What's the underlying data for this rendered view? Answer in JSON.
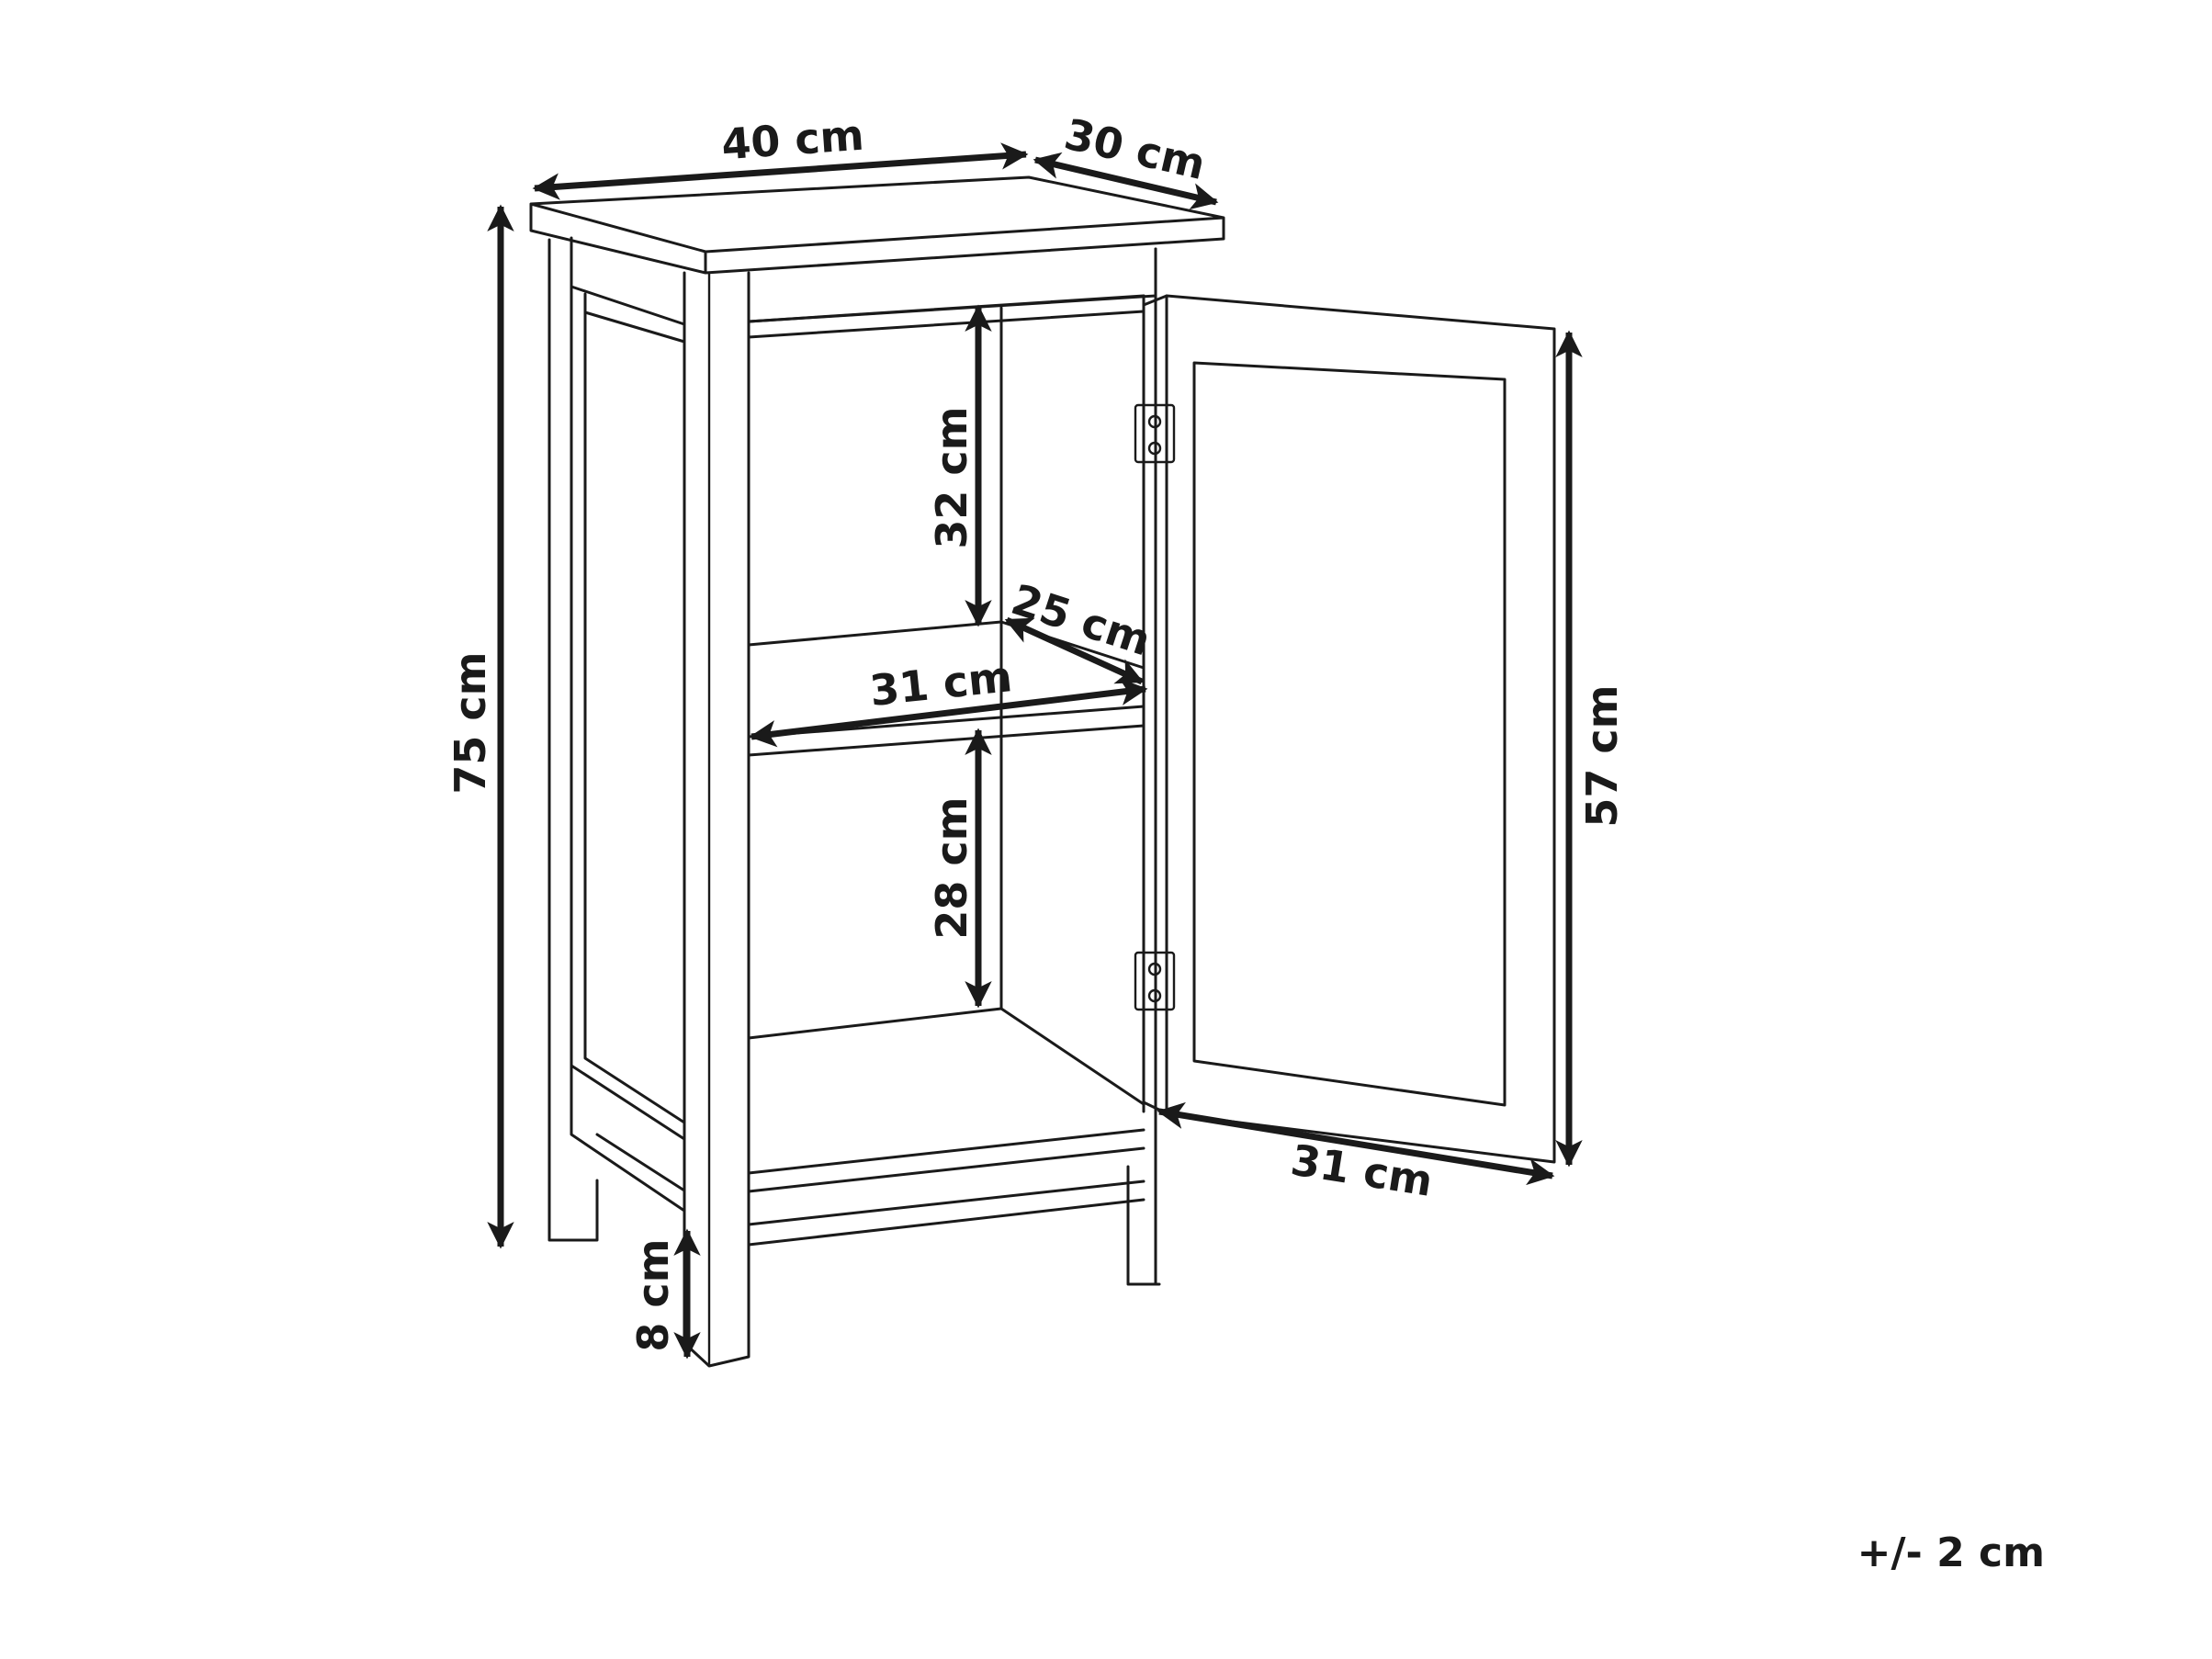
{
  "dimensions": {
    "width_top": "40 cm",
    "depth_top": "30 cm",
    "height_total": "75 cm",
    "upper_compartment_height": "32 cm",
    "shelf_depth": "25 cm",
    "shelf_width": "31 cm",
    "lower_compartment_height": "28 cm",
    "leg_height": "8 cm",
    "door_height": "57 cm",
    "door_width": "31 cm"
  },
  "tolerance": "+/- 2 cm",
  "colors": {
    "line": "#1a1a1a",
    "background": "#ffffff"
  }
}
